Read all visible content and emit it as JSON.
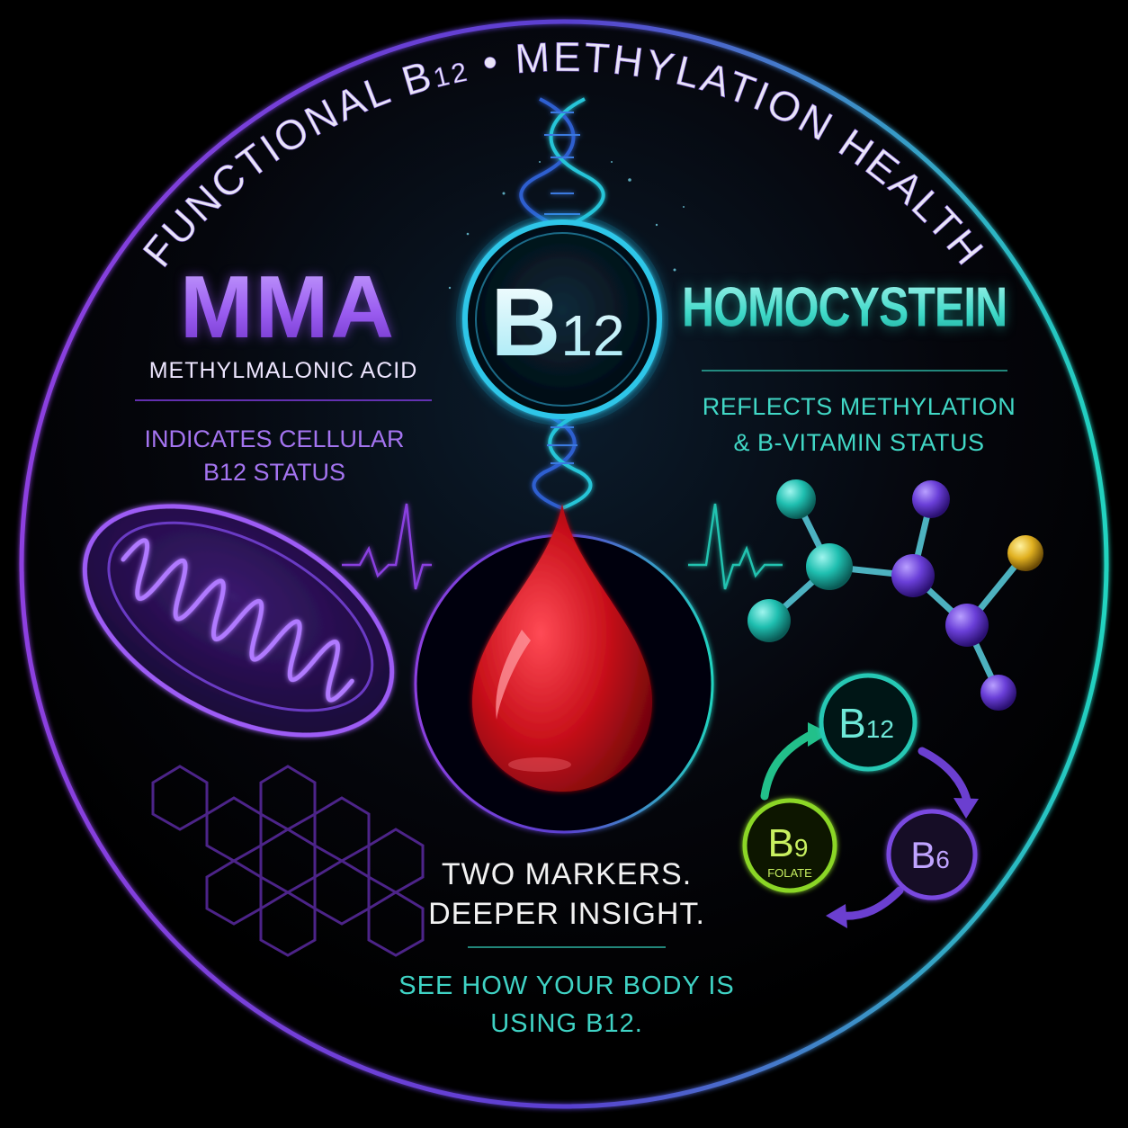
{
  "arc_title": {
    "left": "FUNCTIONAL B",
    "left_sub": "12",
    "right": "METHYLATION HEALTH"
  },
  "center_badge": {
    "letter": "B",
    "sub": "12"
  },
  "mma": {
    "title": "MMA",
    "subtitle": "METHYLMALONIC ACID",
    "description": "INDICATES CELLULAR B12 STATUS"
  },
  "homocysteine": {
    "title": "HOMOCYSTEINE",
    "description": "REFLECTS METHYLATION & B-VITAMIN STATUS"
  },
  "cycle": {
    "b12": {
      "letter": "B",
      "sub": "12"
    },
    "b9": {
      "letter": "B",
      "sub": "9",
      "caption": "FOLATE"
    },
    "b6": {
      "letter": "B",
      "sub": "6"
    }
  },
  "tagline_primary": "TWO MARKERS. DEEPER INSIGHT.",
  "tagline_secondary": "SEE HOW YOUR BODY IS USING B12.",
  "colors": {
    "background": "#000000",
    "purple_accent": "#9a5cf0",
    "teal_accent": "#3fd9c8",
    "blood_red": "#c8101a",
    "gold": "#e0b020",
    "green": "#9be020"
  }
}
